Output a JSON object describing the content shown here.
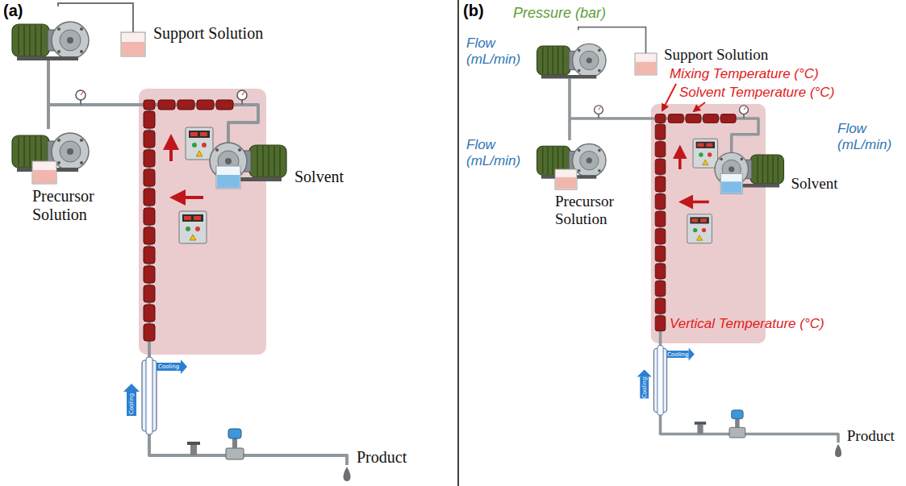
{
  "diagram": {
    "labels": [
      "(a)",
      "(b)",
      "Support Solution",
      "Precursor Solution",
      "Solvent",
      "Product",
      "Cooling",
      "Cooling",
      "Pressure (bar)",
      "Support Solution",
      "Flow (mL/min)",
      "Mixing Temperature (°C)",
      "Solvent Temperature (°C)",
      "Flow (mL/min)",
      "Flow (mL/min)",
      "Precursor Solution",
      "Solvent",
      "Vertical Temperature (°C)",
      "Product",
      "Cooling",
      "Cooling"
    ]
  }
}
